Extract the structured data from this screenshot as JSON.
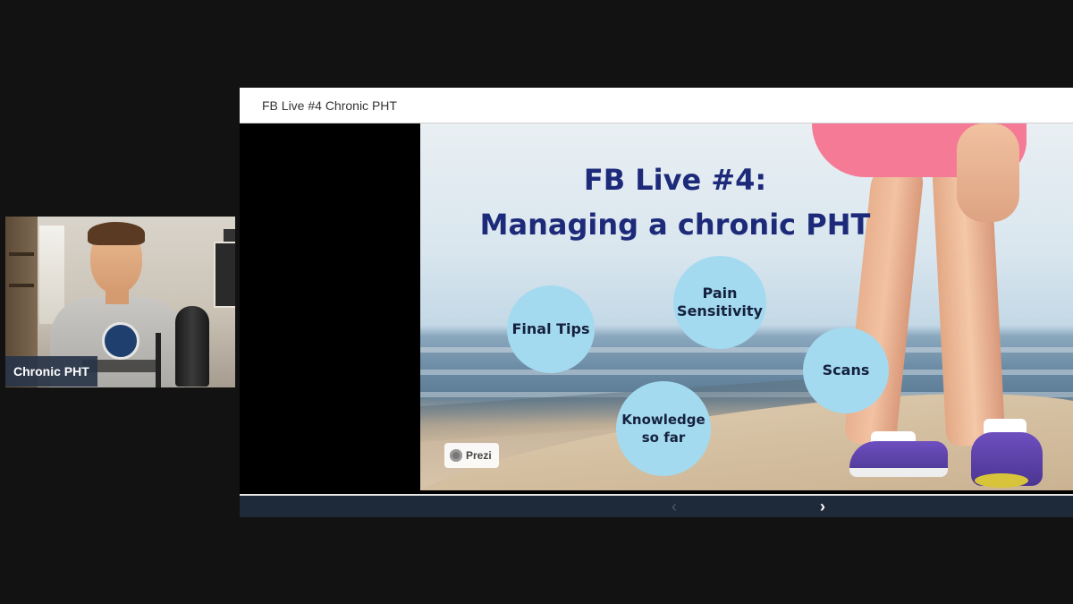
{
  "webcam": {
    "name_tag": "Chronic PHT"
  },
  "share": {
    "window_title": "FB Live #4 Chronic PHT",
    "slide": {
      "title_line1": "FB Live #4:",
      "title_line2": "Managing a chronic PHT",
      "bubbles": {
        "final_tips": "Final Tips",
        "pain_sensitivity": "Pain\nSensitivity",
        "scans": "Scans",
        "knowledge": "Knowledge\nso far"
      },
      "badge": "Prezi"
    },
    "nav": {
      "prev_icon": "‹",
      "next_icon": "›"
    }
  },
  "colors": {
    "background": "#121212",
    "slide_title": "#1d2a7a",
    "bubble": "#a4daf0",
    "nav_bar": "#1e2a3a",
    "name_tag": "#283448"
  }
}
